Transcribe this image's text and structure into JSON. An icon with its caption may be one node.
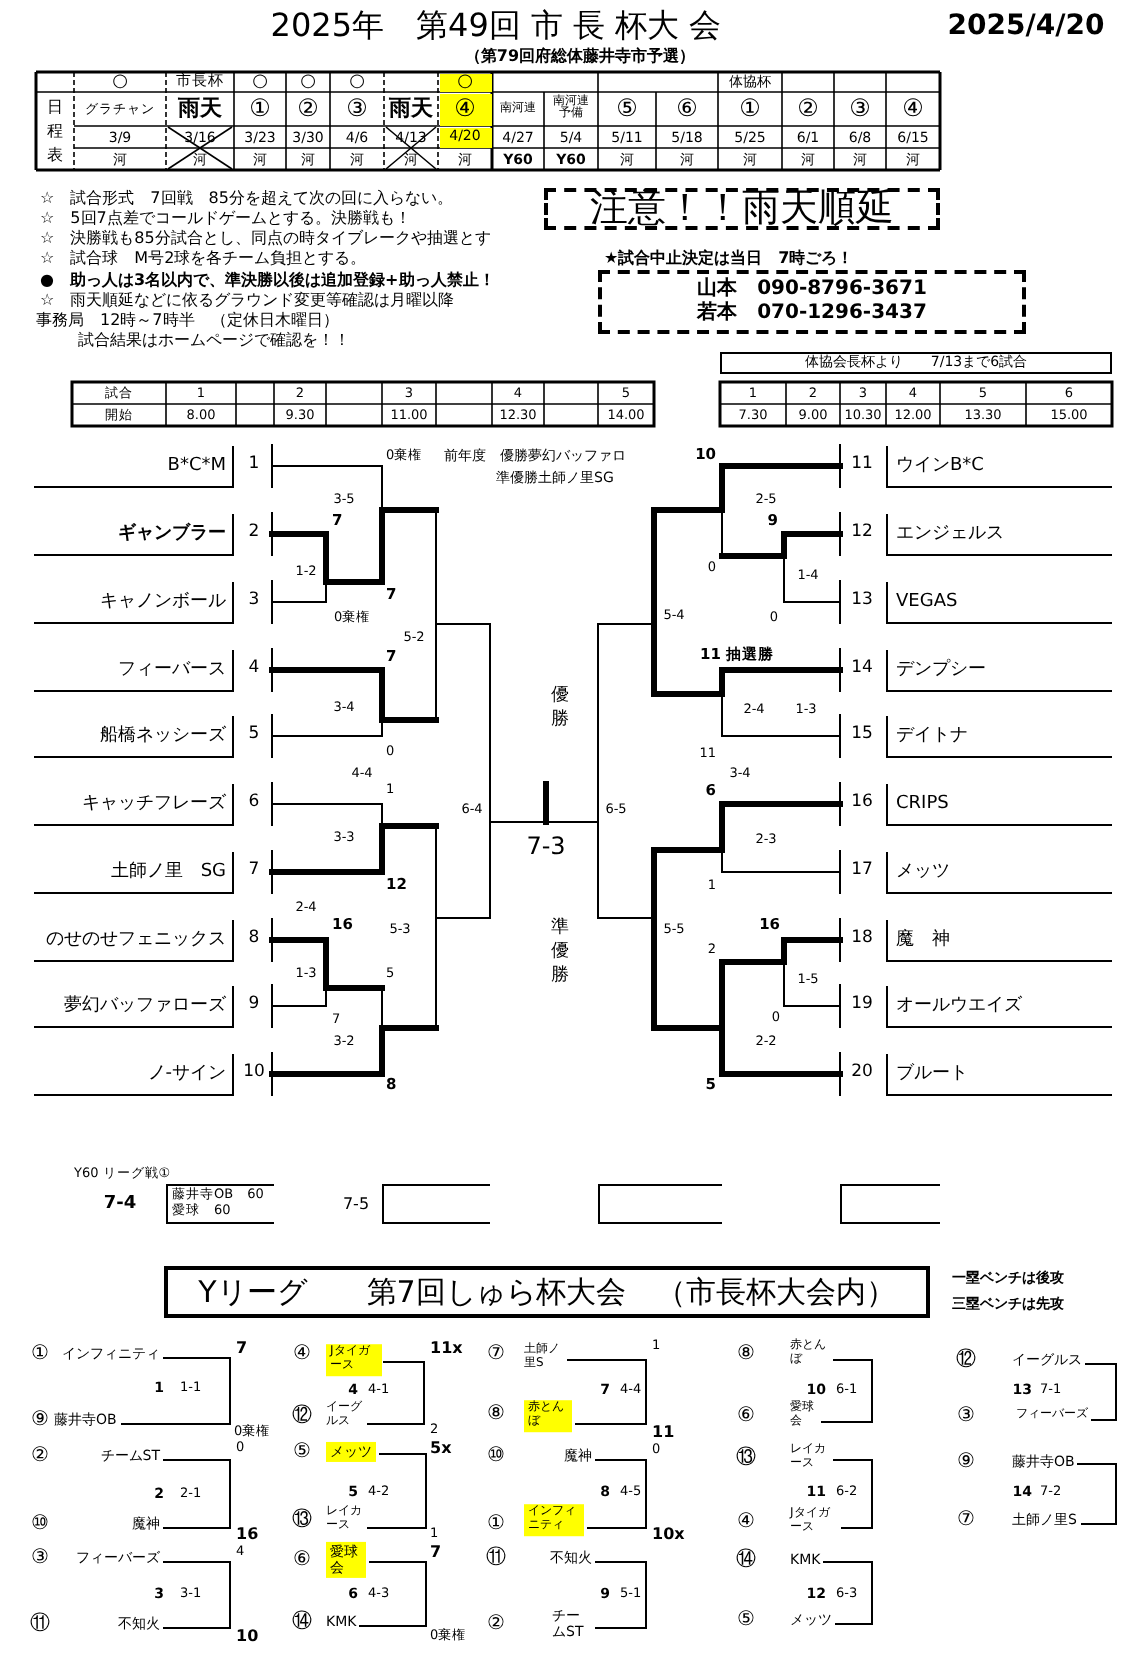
{
  "diagram": {
    "title": "2025年　第49回 市 長 杯大 会",
    "nodes": [
      {
        "text": [
          "注意！！雨天順延"
        ]
      },
      {
        "text": [
          "山本　090-8796-3671",
          "若本　070-1296-3437"
        ]
      },
      {
        "text": [
          "体協会長杯より　　7/13まで6試合"
        ]
      },
      {
        "text": [
          "藤井寺OB　60",
          "愛球　60"
        ],
        "beside": [
          "7-4"
        ]
      },
      {
        "text": [],
        "shape": "bracket",
        "beside": [
          "7-5"
        ]
      },
      {
        "text": [],
        "shape": "bracket"
      },
      {
        "text": [],
        "shape": "bracket"
      },
      {
        "text": [
          "Yリーグ　　第7回しゅら杯大会　（市長杯大会内）"
        ]
      }
    ],
    "labels": [
      "2025/4/20",
      "（第79回府総体藤井寺市予選）",
      "○",
      "市長杯",
      "○",
      "○",
      "○",
      "○",
      "体協杯",
      "日程表",
      "グラチャン",
      "雨天",
      "①",
      "②",
      "③",
      "雨天",
      "④",
      "南河連",
      "南河連予備",
      "⑤",
      "⑥",
      "①",
      "②",
      "③",
      "④",
      "3/9",
      "3/16",
      "3/23",
      "3/30",
      "4/6",
      "4/13",
      "4/20",
      "4/27",
      "5/4",
      "5/11",
      "5/18",
      "5/25",
      "6/1",
      "6/8",
      "6/15",
      "河",
      "河",
      "河",
      "河",
      "河",
      "河",
      "河",
      "Y60",
      "Y60",
      "河",
      "河",
      "河",
      "河",
      "河",
      "河",
      "☆　試合形式　7回戦　85分を超えて次の回に入らない。",
      "☆　5回7点差でコールドゲームとする。決勝戦も！",
      "☆　決勝戦も85分試合とし、同点の時タイブレークや抽選とす",
      "☆　試合球　M号2球を各チーム負担とする。",
      "●　助っ人は3名以内で、準決勝以後は追加登録+助っ人禁止！",
      "☆　雨天順延などに依るグラウンド変更等確認は月曜以降",
      "事務局　12時～7時半　（定休日木曜日）",
      "試合結果はホームページで確認を！！",
      "★試合中止決定は当日　7時ごろ！",
      "試合",
      "1",
      "2",
      "3",
      "4",
      "5",
      "開始",
      "8.00",
      "9.30",
      "11.00",
      "12.30",
      "14.00",
      "1",
      "2",
      "3",
      "4",
      "5",
      "6",
      "7.30",
      "9.00",
      "10.30",
      "12.00",
      "13.30",
      "15.00",
      "前年度　優勝夢幻バッファロ",
      "準優勝土師ノ里SG",
      "B*C*M",
      "1",
      "ギャンブラー",
      "2",
      "キャノンボール",
      "3",
      "フィーバース",
      "4",
      "船橋ネッシーズ",
      "5",
      "キャッチフレーズ",
      "6",
      "土師ノ里　SG",
      "7",
      "のせのせフェニックス",
      "8",
      "夢幻バッファローズ",
      "9",
      "ノ-サイン",
      "10",
      "0棄権",
      "3-5",
      "7",
      "1-2",
      "7",
      "0棄権",
      "5-2",
      "7",
      "3-4",
      "0",
      "4-4",
      "1",
      "6-4",
      "3-3",
      "12",
      "2-4",
      "16",
      "5-3",
      "1-3",
      "5",
      "7",
      "3-2",
      "8",
      "優勝",
      "7-3",
      "準優勝",
      "10",
      "2-5",
      "9",
      "0",
      "1-4",
      "5-4",
      "0",
      "11 抽選勝",
      "2-4",
      "1-3",
      "11",
      "3-4",
      "6",
      "6-5",
      "2-3",
      "1",
      "5-5",
      "16",
      "2",
      "1-5",
      "0",
      "2-2",
      "5",
      "11",
      "ウインB*C",
      "12",
      "エンジェルス",
      "13",
      "VEGAS",
      "14",
      "デンプシー",
      "15",
      "デイトナ",
      "16",
      "CRIPS",
      "17",
      "メッツ",
      "18",
      "魔　神",
      "19",
      "オールウエイズ",
      "20",
      "ブルート",
      "Y60 リーグ戦①",
      "一塁ベンチは後攻",
      "三塁ベンチは先攻",
      "①",
      "インフィニティ",
      "7",
      "1",
      "1-1",
      "⑨",
      "藤井寺OB",
      "0棄権",
      "②",
      "チームST",
      "0",
      "2",
      "2-1",
      "⑩",
      "魔神",
      "16",
      "③",
      "フィーバーズ",
      "4",
      "3",
      "3-1",
      "⑪",
      "不知火",
      "10",
      "④",
      "Jタイガース",
      "11x",
      "4",
      "4-1",
      "⑫",
      "イーグルス",
      "2",
      "⑤",
      "メッツ",
      "5x",
      "5",
      "4-2",
      "⑬",
      "レイカース",
      "1",
      "⑥",
      "愛球会",
      "7",
      "6",
      "4-3",
      "⑭",
      "KMK",
      "0棄権",
      "⑦",
      "土師ノ里S",
      "1",
      "7",
      "4-4",
      "⑧",
      "赤とんぼ",
      "11",
      "⑩",
      "魔神",
      "0",
      "8",
      "4-5",
      "①",
      "インフィニティ",
      "10x",
      "⑪",
      "不知火",
      "9",
      "5-1",
      "②",
      "チームST",
      "⑧",
      "赤とんぼ",
      "10",
      "6-1",
      "⑥",
      "愛球会",
      "⑬",
      "レイカース",
      "11",
      "6-2",
      "④",
      "Jタイガース",
      "⑭",
      "KMK",
      "12",
      "6-3",
      "⑤",
      "メッツ",
      "⑫",
      "イーグルス",
      "13",
      "7-1",
      "③",
      "フィーバーズ",
      "⑨",
      "藤井寺OB",
      "14",
      "7-2",
      "⑦",
      "土師ノ里S"
    ]
  }
}
